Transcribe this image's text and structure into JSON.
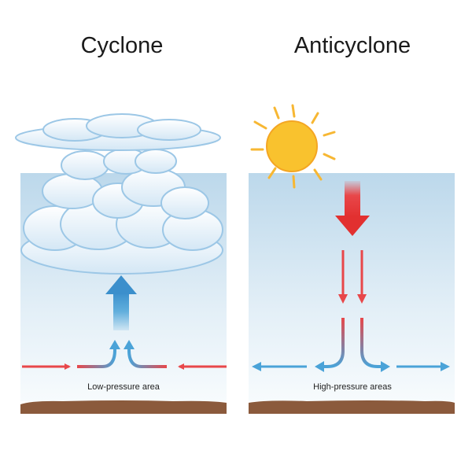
{
  "cyclone": {
    "title": "Cyclone",
    "pressure_label": "Low-pressure area"
  },
  "anticyclone": {
    "title": "Anticyclone",
    "pressure_label": "High-pressure areas"
  },
  "colors": {
    "sky_top": "#c3dcec",
    "sky_bottom": "#ffffff",
    "ground": "#8b5a3c",
    "warm_arrow": "#e8474a",
    "cool_arrow": "#4aa3d8",
    "sun": "#f7b733",
    "cloud": "#e9f3fb",
    "cloud_outline": "#9cc7e6"
  },
  "icons": [
    "cloud-icon",
    "sun-icon",
    "arrow-icon"
  ]
}
